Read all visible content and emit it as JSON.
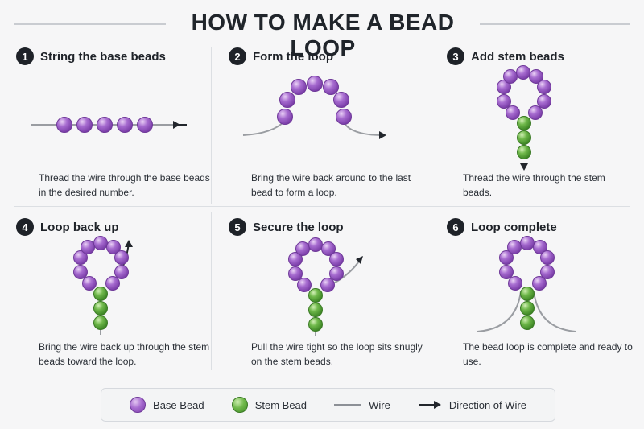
{
  "title": "HOW TO MAKE A BEAD LOOP",
  "colors": {
    "base_bead": "#a76cd0",
    "stem_bead": "#6fb84a",
    "wire": "#9a9da2",
    "arrow": "#22262c"
  },
  "steps": [
    {
      "number": "1",
      "title": "String the base beads",
      "description": "Thread the wire through the base beads in the desired number."
    },
    {
      "number": "2",
      "title": "Form the loop",
      "description": "Bring the wire back around to the last bead to form a loop."
    },
    {
      "number": "3",
      "title": "Add stem beads",
      "description": "Thread the wire through the stem beads."
    },
    {
      "number": "4",
      "title": "Loop back up",
      "description": "Bring the wire back up through the stem beads toward the loop."
    },
    {
      "number": "5",
      "title": "Secure the loop",
      "description": "Pull the wire tight so the loop sits snugly on the stem beads."
    },
    {
      "number": "6",
      "title": "Loop complete",
      "description": "The bead loop is complete and ready to use."
    }
  ],
  "legend": {
    "base_bead": "Base Bead",
    "stem_bead": "Stem Bead",
    "wire": "Wire",
    "direction": "Direction of Wire"
  }
}
